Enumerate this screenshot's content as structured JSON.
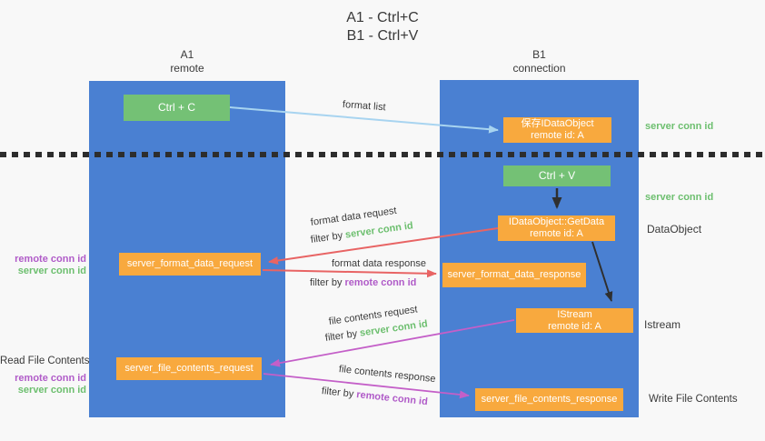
{
  "title": {
    "line1": "A1 - Ctrl+C",
    "line2": "B1 - Ctrl+V"
  },
  "columns": {
    "left": {
      "name": "A1",
      "role": "remote"
    },
    "right": {
      "name": "B1",
      "role": "connection"
    }
  },
  "boxes": {
    "ctrl_c": "Ctrl + C",
    "ctrl_v": "Ctrl + V",
    "save_dataobject": {
      "line1": "保存IDataObject",
      "line2": "remote id: A"
    },
    "getdata": {
      "line1": "IDataObject::GetData",
      "line2": "remote id: A"
    },
    "istream": {
      "line1": "IStream",
      "line2": "remote id: A"
    },
    "format_request": "server_format_data_request",
    "format_response": "server_format_data_response",
    "file_request": "server_file_contents_request",
    "file_response": "server_file_contents_response"
  },
  "flow_labels": {
    "format_list": "format list",
    "format_data_request": "format data request",
    "format_data_response": "format data response",
    "file_contents_request": "file contents request",
    "file_contents_response": "file contents response",
    "filter_by": "filter by "
  },
  "side_labels": {
    "server_conn_id": "server conn id",
    "remote_conn_id": "remote conn id",
    "dataobject": "DataObject",
    "istream": "Istream",
    "read_file_contents": "Read File Contents",
    "write_file_contents": "Write File Contents"
  },
  "colors": {
    "column_blue": "#4a80d2",
    "box_green": "#74c175",
    "box_orange": "#f8a93e",
    "arrow_red": "#e86464",
    "arrow_magenta": "#c45fc8",
    "arrow_light_blue": "#a8d4f0",
    "arrow_black": "#2f2f2f",
    "text_green": "#6dbf6f",
    "text_purple": "#b05bc8"
  }
}
